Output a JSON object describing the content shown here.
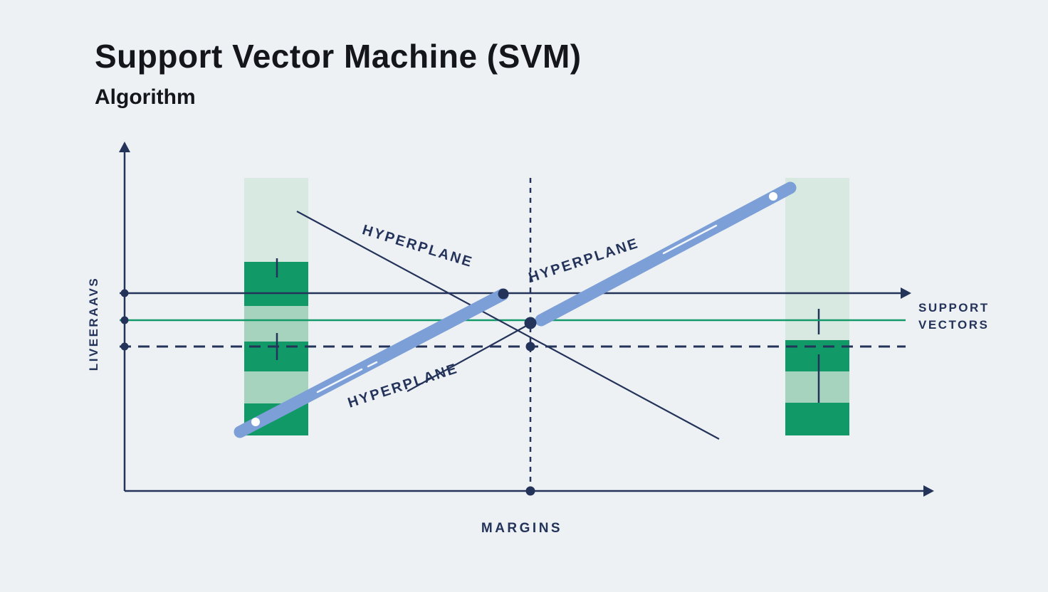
{
  "page": {
    "title": "Support Vector Machine (SVM)",
    "subtitle": "Algorithm"
  },
  "diagram": {
    "labels": {
      "hyperplane_top": "HYPERPLANE",
      "hyperplane_right": "HYPERPLANE",
      "hyperplane_bottom": "HYPERPLANE",
      "support_vectors_line1": "SUPPORT",
      "support_vectors_line2": "VECTORS",
      "margins": "MARGINS",
      "y_axis_label": "LIVEERAAVS"
    },
    "colors": {
      "background": "#eef1f4",
      "navy": "#24335a",
      "green": "#14996b",
      "pale_green": "#d7e9e0",
      "mid_green": "#a5d3bd",
      "dark_green": "#119a67",
      "blue": "#7b9fd6",
      "title_color": "#14161b"
    }
  }
}
